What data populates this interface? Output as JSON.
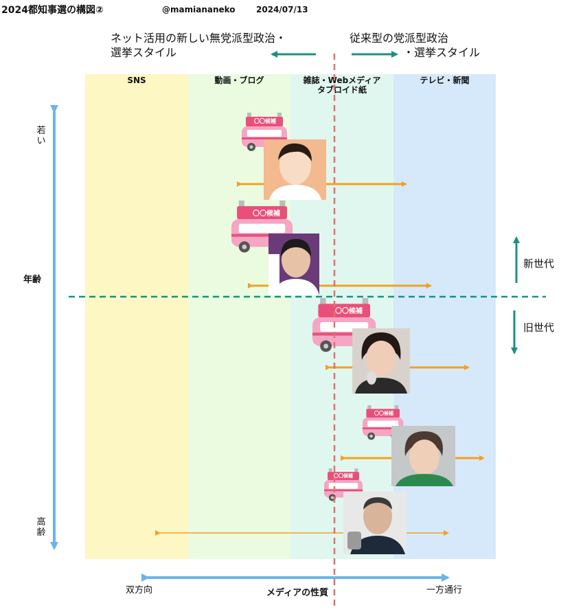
{
  "header": {
    "title": "2024都知事選の構図②",
    "author": "@mamiananeko",
    "date": "2024/07/13"
  },
  "banner": {
    "left_line1": "ネット活用の新しい無党派型政治・",
    "left_line2": "選挙スタイル",
    "right_line1": "従来型の党派型政治",
    "right_line2": "・選挙スタイル"
  },
  "columns": [
    {
      "line1": "SNS",
      "line2": "",
      "color": "#fdf7c3"
    },
    {
      "line1": "動画・ブログ",
      "line2": "",
      "color": "#eafbe0"
    },
    {
      "line1": "雑誌・Webメディア",
      "line2": "タブロイド紙",
      "color": "#e0f7ef"
    },
    {
      "line1": "テレビ・新聞",
      "line2": "",
      "color": "#d6e9fb"
    }
  ],
  "y_axis": {
    "top_label": "若い",
    "center_label": "年齢",
    "bottom_label": "高齢",
    "color": "#6cb4e8"
  },
  "x_axis": {
    "left_label": "双方向",
    "center_label": "メディアの性質",
    "right_label": "一方通行",
    "color": "#6cb4e8"
  },
  "generation": {
    "new_label": "新世代",
    "old_label": "旧世代",
    "color": "#1a9080"
  },
  "car_sign": "〇〇候補",
  "colors": {
    "range_arrow": "#f5a01e",
    "center_line": "#e07070",
    "car_pink": "#f4a6c4",
    "car_sign": "#e8507a"
  }
}
